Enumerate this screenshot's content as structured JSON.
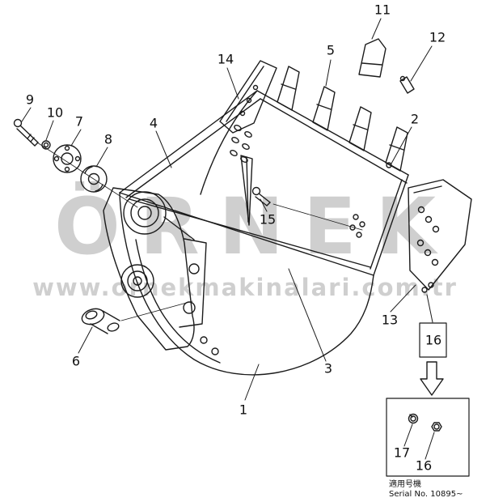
{
  "diagram": {
    "kind": "excavator-bucket-parts-diagram"
  },
  "watermark": {
    "name": "ÖRNEK",
    "url": "www.ornekmakinalari.com.tr"
  },
  "footer": {
    "serial_cjk": "適用号機",
    "serial": "Serial  No.  10895~"
  },
  "callouts": [
    {
      "id": "1",
      "label": "1"
    },
    {
      "id": "2",
      "label": "2"
    },
    {
      "id": "3",
      "label": "3"
    },
    {
      "id": "4",
      "label": "4"
    },
    {
      "id": "5",
      "label": "5"
    },
    {
      "id": "6",
      "label": "6"
    },
    {
      "id": "7",
      "label": "7"
    },
    {
      "id": "8",
      "label": "8"
    },
    {
      "id": "9",
      "label": "9"
    },
    {
      "id": "10",
      "label": "10"
    },
    {
      "id": "11",
      "label": "11"
    },
    {
      "id": "12",
      "label": "12"
    },
    {
      "id": "13",
      "label": "13"
    },
    {
      "id": "14",
      "label": "14"
    },
    {
      "id": "15",
      "label": "15"
    },
    {
      "id": "16",
      "label": "16"
    },
    {
      "id": "16b",
      "label": "16"
    },
    {
      "id": "17",
      "label": "17"
    }
  ]
}
